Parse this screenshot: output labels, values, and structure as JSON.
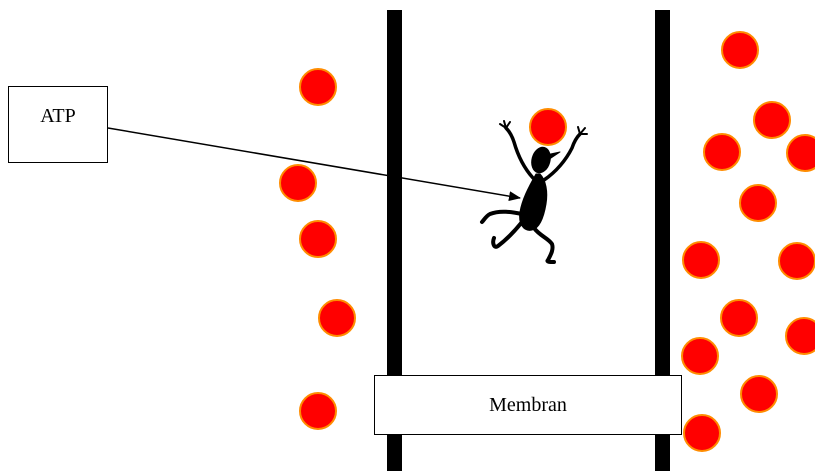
{
  "labels": {
    "atp": "ATP",
    "membrane": "Membran"
  },
  "colors": {
    "particle_fill": "#ff0000",
    "particle_stroke": "#ff8c00",
    "membrane_line": "#000000",
    "figure": "#000000"
  },
  "icons": {
    "transporter": "running-figure-icon",
    "particle": "red-circle"
  }
}
